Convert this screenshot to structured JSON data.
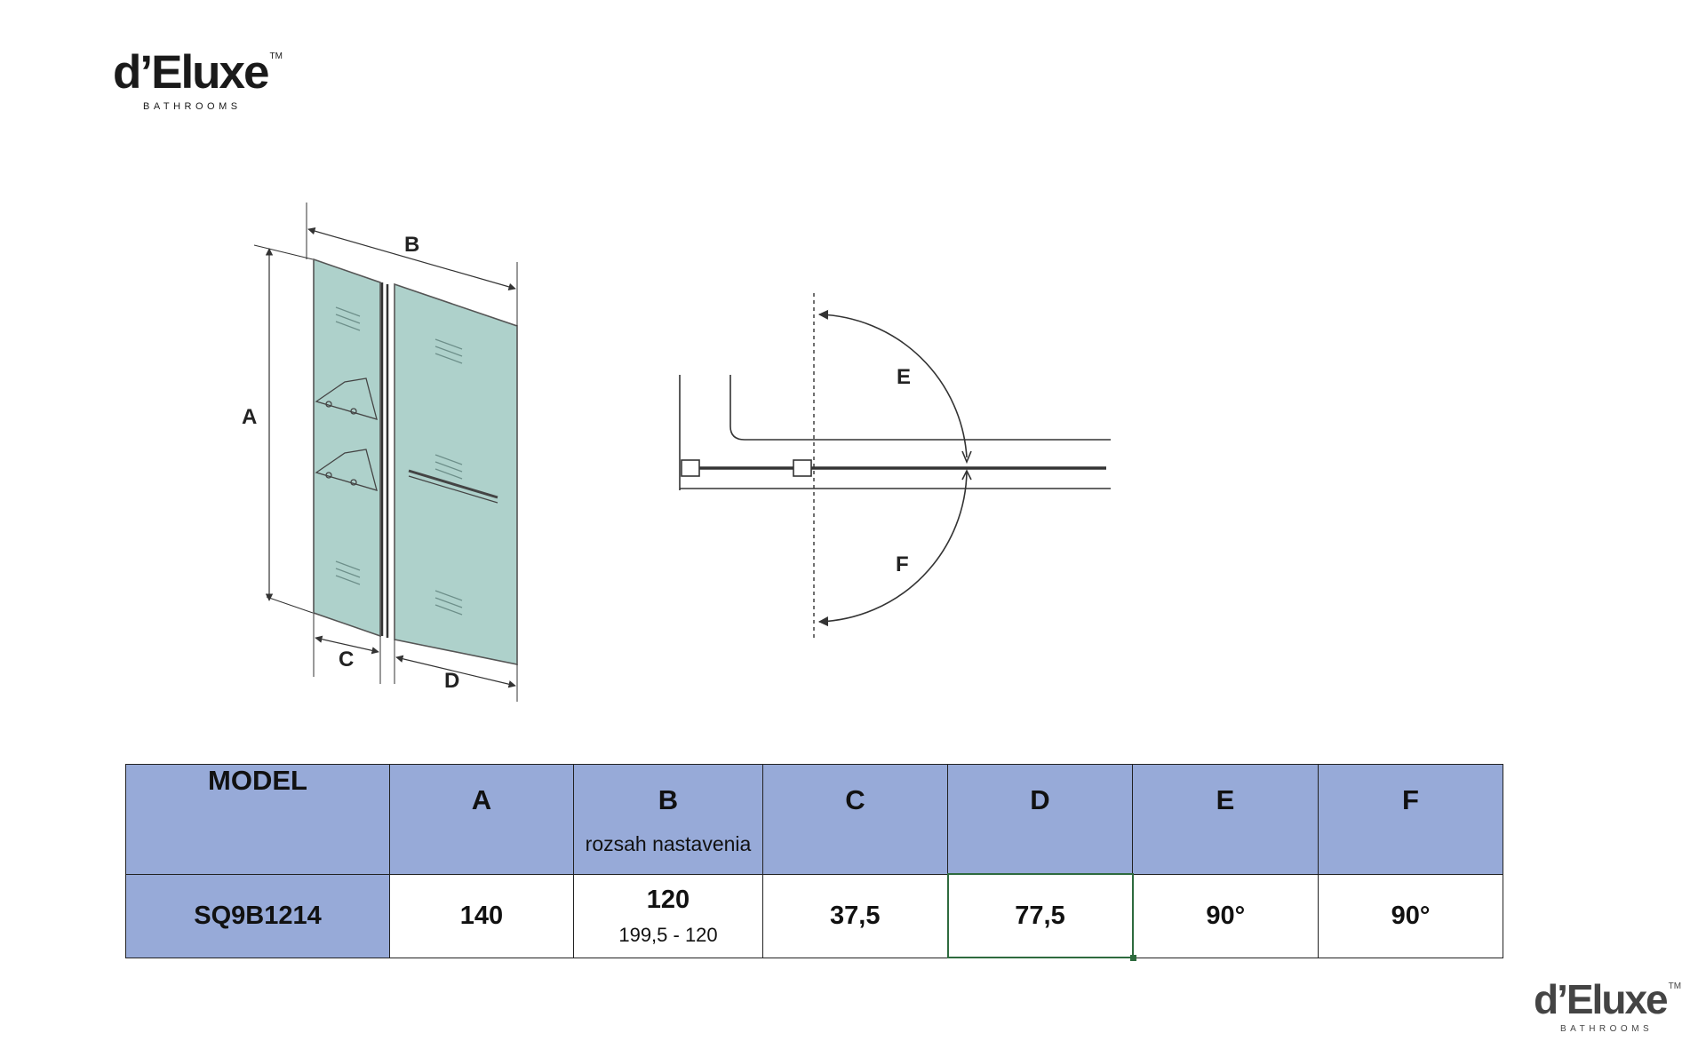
{
  "brand": {
    "name": "d’Eluxe",
    "trademark": "TM",
    "tagline": "BATHROOMS"
  },
  "diagram": {
    "labels": {
      "a": "A",
      "b": "B",
      "c": "C",
      "d": "D",
      "e": "E",
      "f": "F"
    },
    "panel_color": "#aed1cb",
    "line_color": "#333333"
  },
  "table": {
    "header": {
      "model": "MODEL",
      "a": "A",
      "b": "B",
      "b_note": "rozsah nastavenia",
      "c": "C",
      "d": "D",
      "e": "E",
      "f": "F"
    },
    "row": {
      "model": "SQ9B1214",
      "a": "140",
      "b": "120",
      "b_range": "199,5 - 120",
      "c": "37,5",
      "d": "77,5",
      "e": "90°",
      "f": "90°"
    },
    "header_color": "#97aad8",
    "selection_color": "#2e6b3e"
  }
}
